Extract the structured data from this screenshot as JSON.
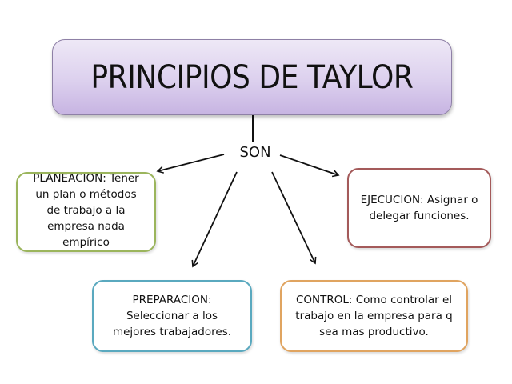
{
  "title": "PRINCIPIOS DE TAYLOR",
  "connector_label": "SON",
  "nodes": {
    "planeacion": {
      "text": "PLANEACION: Tener\nun plan o métodos\nde trabajo a la\nempresa nada\nempírico",
      "border_color": "#9bb55c"
    },
    "ejecucion": {
      "text": "EJECUCION: Asignar o\ndelegar funciones.",
      "border_color": "#a45a5a"
    },
    "preparacion": {
      "text": "PREPARACION:\nSeleccionar a los\nmejores trabajadores.",
      "border_color": "#5aa9bf"
    },
    "control": {
      "text": "CONTROL: Como controlar el\ntrabajo en la empresa para q\nsea mas productivo.",
      "border_color": "#e0a460"
    }
  },
  "colors": {
    "title_gradient_top": "#eee8f6",
    "title_gradient_bottom": "#c7b4e2",
    "title_border": "#8e80a6",
    "arrow": "#111111"
  }
}
